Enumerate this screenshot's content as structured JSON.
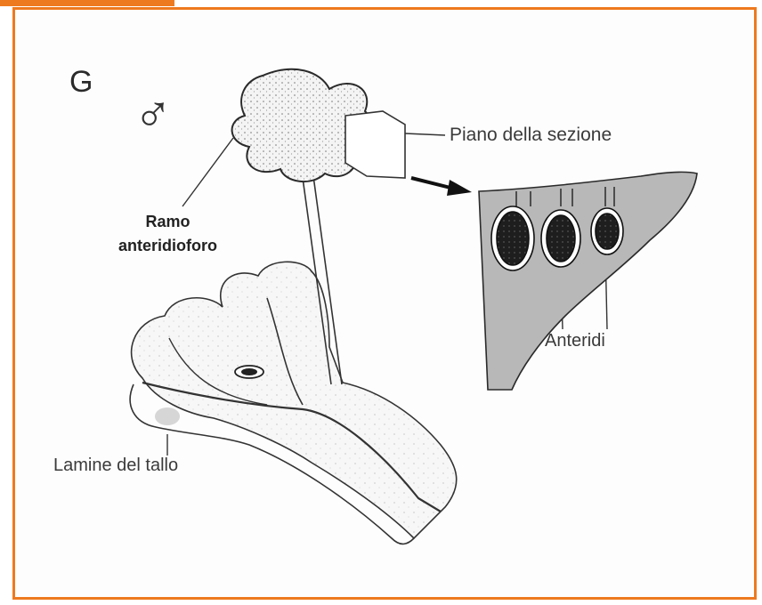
{
  "figure": {
    "panel_letter": "G",
    "male_symbol": "♂",
    "labels": {
      "section_plane": "Piano della sezione",
      "ramo_line1": "Ramo",
      "ramo_line2": "anteridioforo",
      "antheridia": "Anteridi",
      "thallus_lobes": "Lamine del tallo"
    }
  },
  "colors": {
    "frame_border": "#ee7a1f",
    "ink": "#2a2a2a",
    "section_fill": "#b8b8b8",
    "antheridium_fill": "#1e1e1e"
  }
}
